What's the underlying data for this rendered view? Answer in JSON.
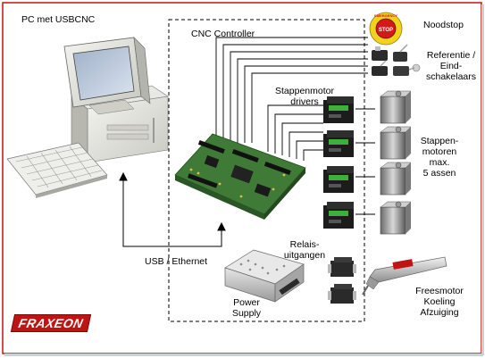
{
  "labels": {
    "pc": "PC met USBCNC",
    "controller": "CNC Controller",
    "noodstop": "Noodstop",
    "referentie": [
      "Referentie /",
      "Eind-",
      "schakelaars"
    ],
    "drivers": [
      "Stappenmotor",
      "drivers"
    ],
    "motoren": [
      "Stappen-",
      "motoren",
      "max.",
      "5 assen"
    ],
    "relais": [
      "Relais-",
      "uitgangen"
    ],
    "usb": "USB / Ethernet",
    "power": [
      "Power",
      "Supply"
    ],
    "freesmotor": [
      "Freesmotor",
      "Koeling",
      "Afzuiging"
    ],
    "stop_sign": "STOP",
    "stop_ring": "EMERGENCY"
  },
  "brand": {
    "name": "FRAXEON",
    "accent": "#c01414",
    "frame": "#c01414"
  },
  "icons": [
    "computer-monitor-icon",
    "keyboard-icon",
    "pc-tower-icon",
    "controller-board-icon",
    "emergency-stop-icon",
    "limit-switch-icon",
    "stepper-driver-icon",
    "stepper-motor-icon",
    "relay-icon",
    "power-supply-icon",
    "spindle-motor-icon"
  ]
}
